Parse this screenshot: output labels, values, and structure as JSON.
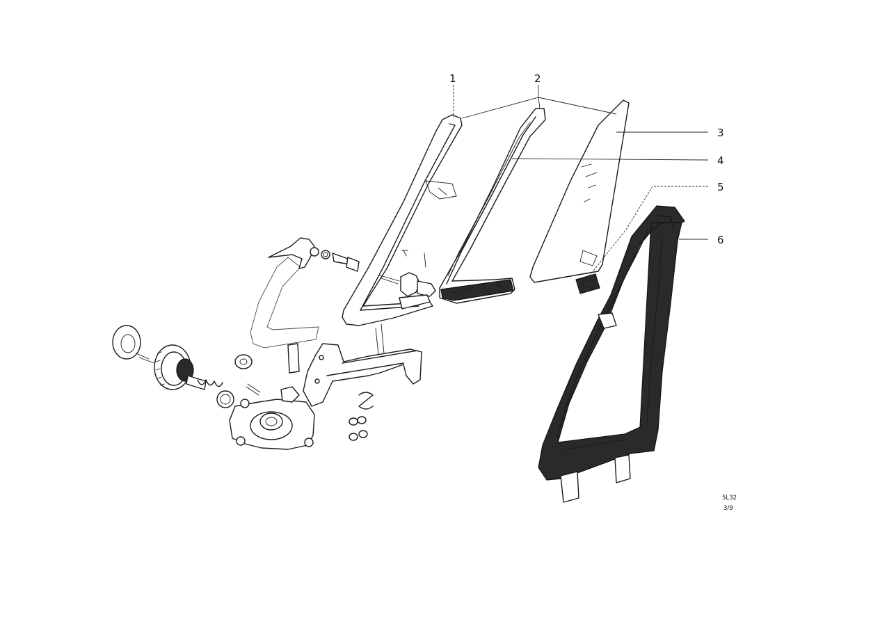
{
  "callouts": [
    {
      "label": "1"
    },
    {
      "label": "2"
    },
    {
      "label": "3"
    },
    {
      "label": "4"
    },
    {
      "label": "5"
    },
    {
      "label": "6"
    }
  ],
  "drawing_code": {
    "line1": "5L32",
    "line2": "3/9"
  }
}
